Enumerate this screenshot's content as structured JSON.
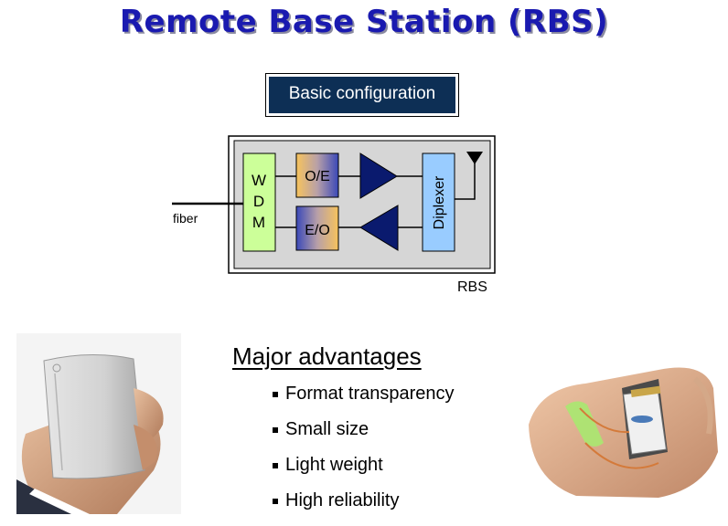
{
  "title": "Remote Base Station (RBS)",
  "config_label": "Basic configuration",
  "diagram": {
    "fiber_label": "fiber",
    "wdm_lines": [
      "W",
      "D",
      "M"
    ],
    "oe_label": "O/E",
    "eo_label": "E/O",
    "diplexer_label": "Diplexer",
    "rbs_label": "RBS"
  },
  "advantages": {
    "heading": "Major advantages",
    "items": [
      "Format transparency",
      "Small size",
      "Light weight",
      "High reliability"
    ]
  }
}
